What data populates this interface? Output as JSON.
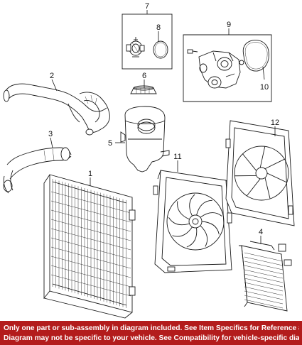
{
  "callouts": {
    "c1": "1",
    "c2": "2",
    "c3": "3",
    "c4": "4",
    "c5": "5",
    "c6": "6",
    "c7": "7",
    "c8": "8",
    "c9": "9",
    "c10": "10",
    "c11": "11",
    "c12": "12"
  },
  "footer": {
    "line1": "Only one part or sub-assembly in diagram included. See Item Specifics for Reference #.",
    "line2": "Diagram may not be specific to your vehicle. See Compatibility for vehicle-specific diagrams."
  },
  "colors": {
    "footer_bg": "#b31c1c",
    "footer_text": "#ffffff",
    "line": "#1a1a1a"
  }
}
